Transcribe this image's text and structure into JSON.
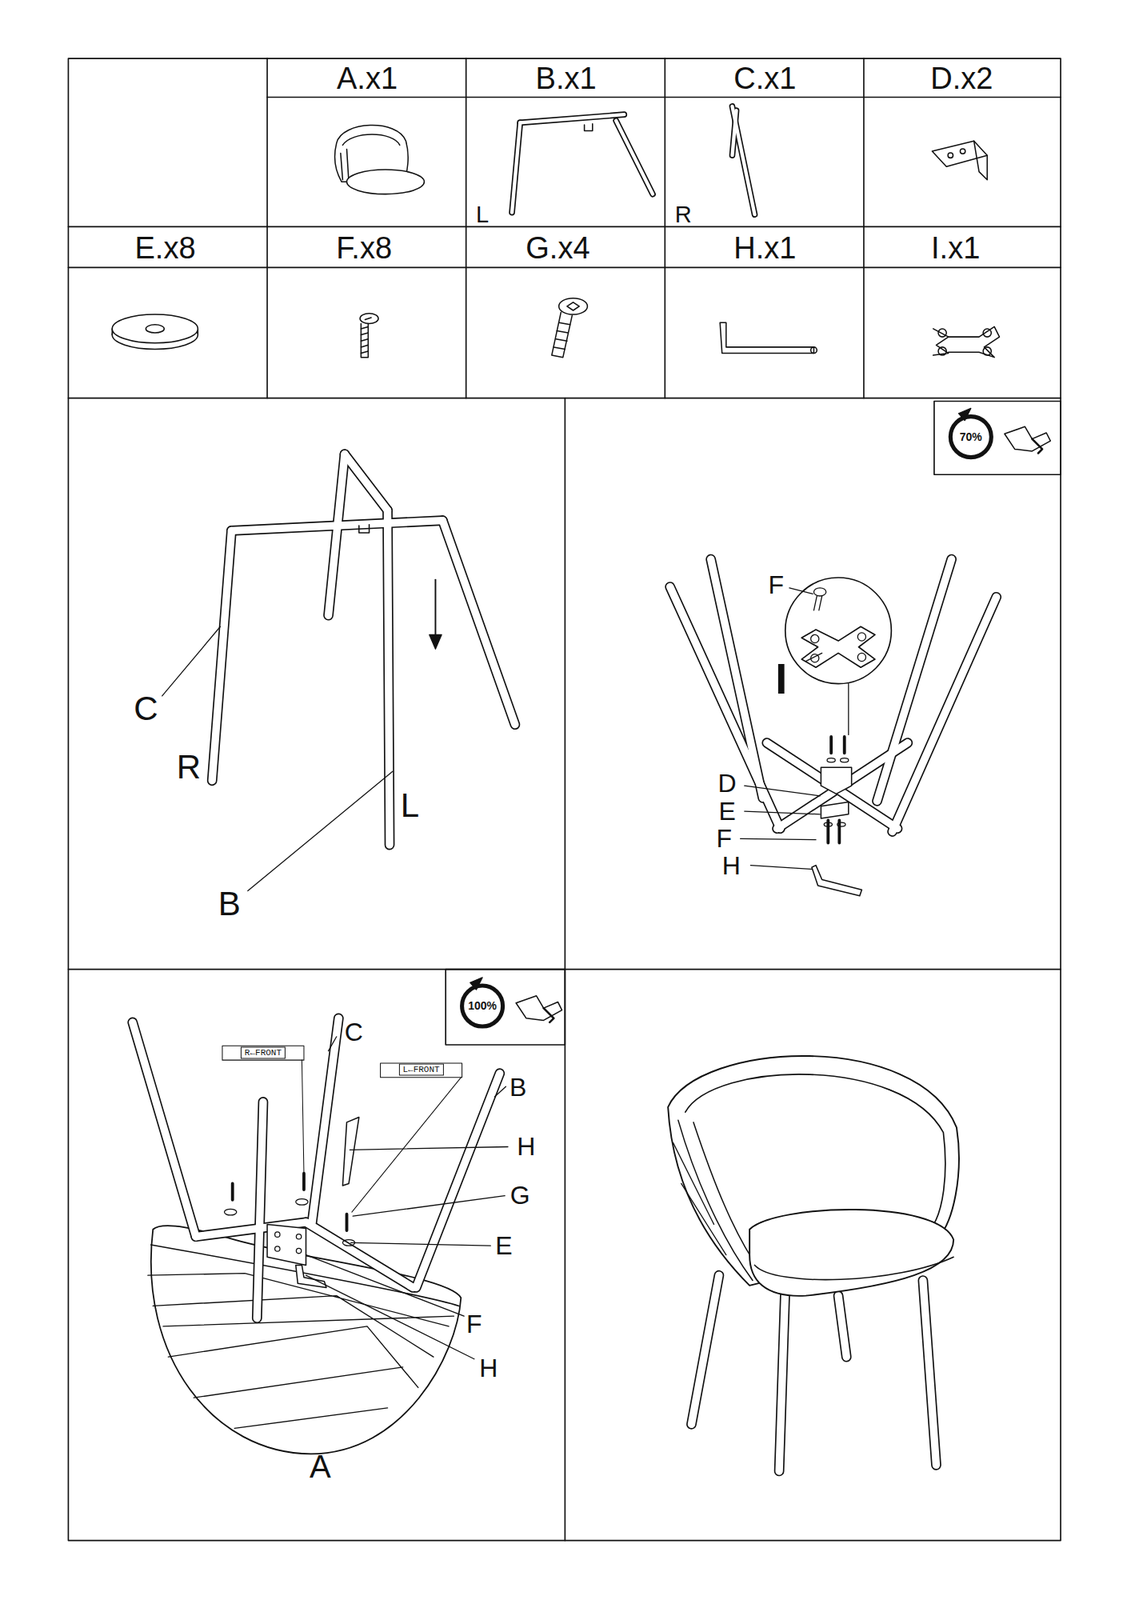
{
  "diagram": {
    "labels": [
      "A.x1",
      "B.x1",
      "C.x1",
      "D.x2",
      "L",
      "R",
      "E.x8",
      "F.x8",
      "G.x4",
      "H.x1",
      "I.x1",
      "C",
      "R",
      "B",
      "L",
      "70%",
      "F",
      "I",
      "D",
      "E",
      "F",
      "H",
      "100%",
      "C",
      "R←FRONT",
      "L←FRONT",
      "B",
      "H",
      "G",
      "E",
      "F",
      "H",
      "A"
    ]
  }
}
